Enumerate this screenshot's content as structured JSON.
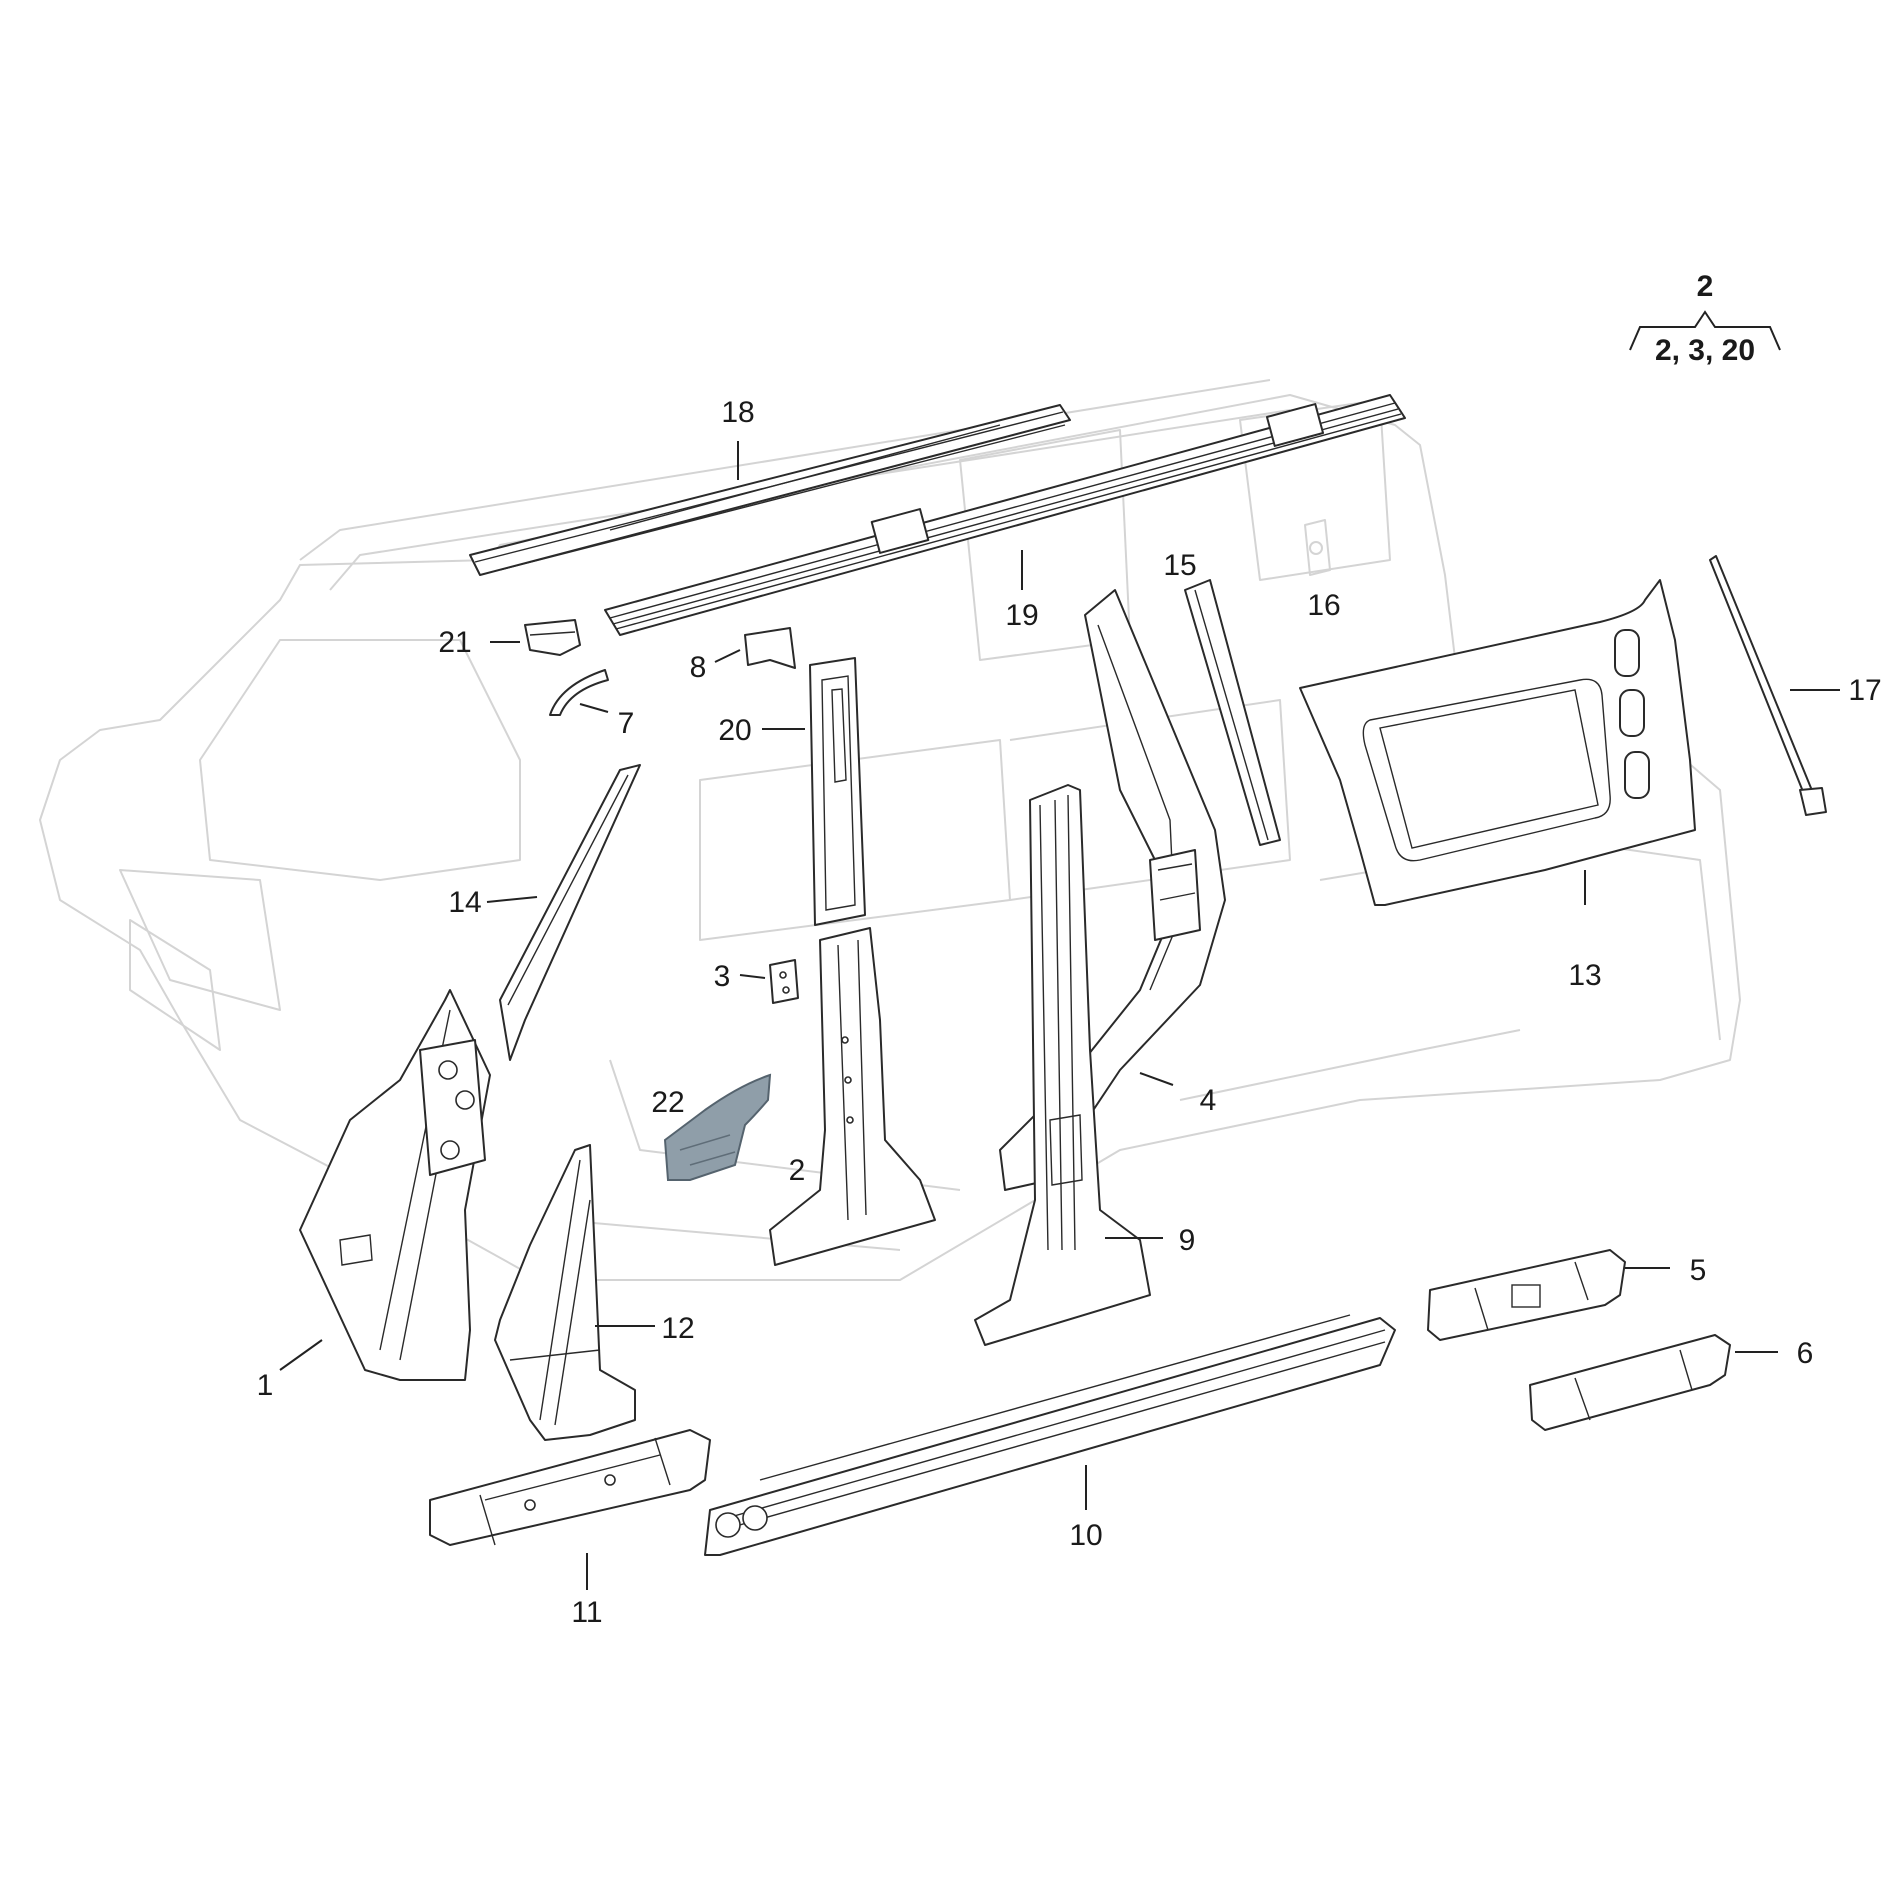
{
  "legend": {
    "assembly_number": "2",
    "included_parts": "2, 3, 20"
  },
  "callouts": {
    "c1": "1",
    "c2": "2",
    "c3": "3",
    "c4": "4",
    "c5": "5",
    "c6": "6",
    "c7": "7",
    "c8": "8",
    "c9": "9",
    "c10": "10",
    "c11": "11",
    "c12": "12",
    "c13": "13",
    "c14": "14",
    "c15": "15",
    "c16": "16",
    "c17": "17",
    "c18": "18",
    "c19": "19",
    "c20": "20",
    "c21": "21",
    "c22": "22"
  },
  "colors": {
    "ghost_outline": "#d4d4d4",
    "part_outline": "#2a2a2a",
    "highlighted_part": "#8f9ea9"
  }
}
